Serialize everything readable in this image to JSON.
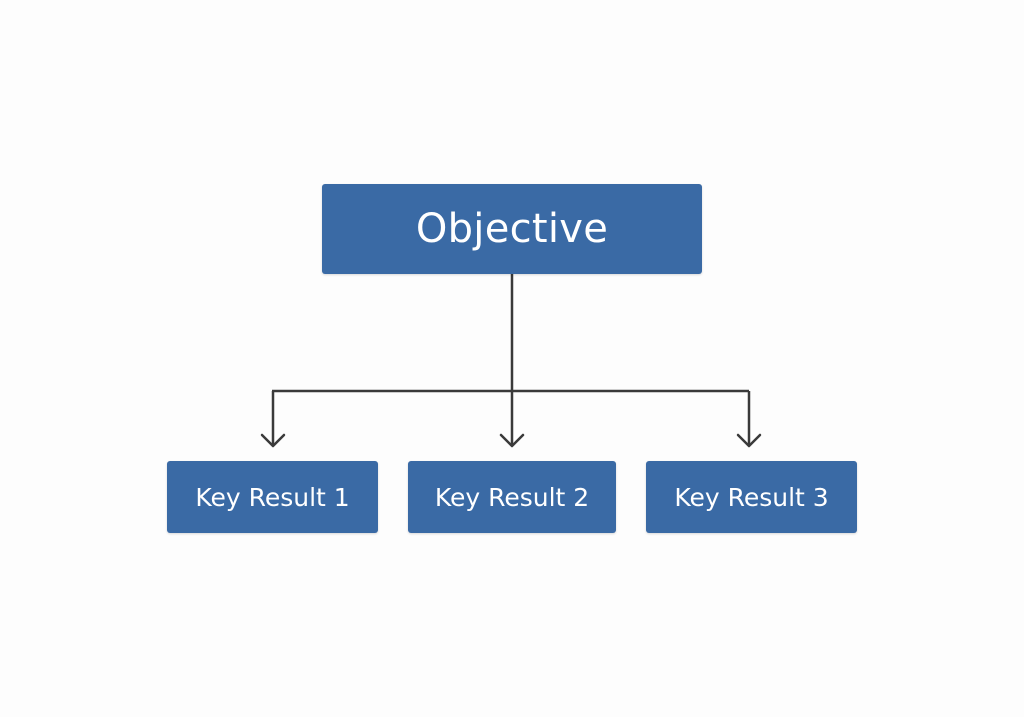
{
  "diagram": {
    "root": {
      "label": "Objective"
    },
    "children": [
      {
        "label": "Key Result 1"
      },
      {
        "label": "Key Result 2"
      },
      {
        "label": "Key Result 3"
      }
    ]
  },
  "colors": {
    "box_fill": "#3a6aa5",
    "connector": "#3a3a3a",
    "text": "#ffffff",
    "background": "#fdfdfd"
  }
}
